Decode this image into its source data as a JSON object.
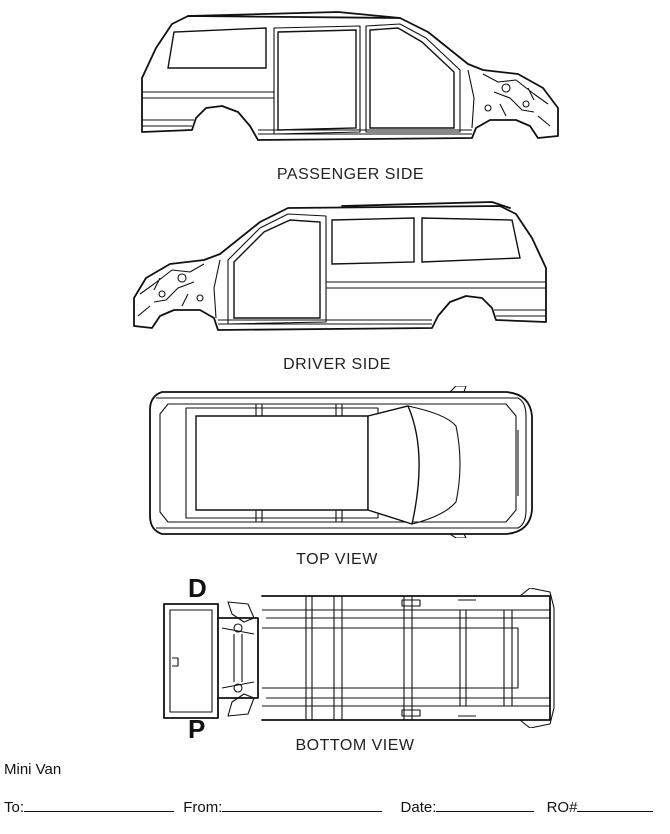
{
  "views": {
    "passenger": "PASSENGER SIDE",
    "driver": "DRIVER SIDE",
    "top": "TOP VIEW",
    "bottom": "BOTTOM VIEW"
  },
  "bottom_markers": {
    "driver": "D",
    "passenger": "P"
  },
  "vehicle_type": "Mini Van",
  "form": {
    "to_label": "To:",
    "from_label": "From:",
    "date_label": "Date:",
    "ro_label": "RO#"
  }
}
